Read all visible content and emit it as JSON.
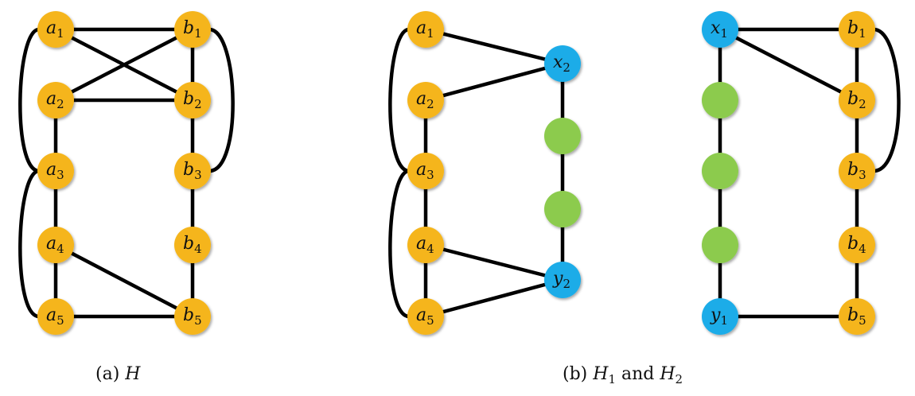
{
  "captions": {
    "a": {
      "prefix": "(a) ",
      "graph": "H"
    },
    "b": {
      "prefix": "(b) ",
      "g1": "H",
      "g1_sub": "1",
      "joiner": " and ",
      "g2": "H",
      "g2_sub": "2"
    }
  },
  "colors": {
    "orange": "#F5B51A",
    "blue": "#1AACE8",
    "green": "#8CCB4E",
    "edge": "#000000"
  },
  "graphs": [
    {
      "id": "H",
      "nodes": [
        {
          "id": "Ha1",
          "letter": "a",
          "sub": "1",
          "color": "orange"
        },
        {
          "id": "Ha2",
          "letter": "a",
          "sub": "2",
          "color": "orange"
        },
        {
          "id": "Ha3",
          "letter": "a",
          "sub": "3",
          "color": "orange"
        },
        {
          "id": "Ha4",
          "letter": "a",
          "sub": "4",
          "color": "orange"
        },
        {
          "id": "Ha5",
          "letter": "a",
          "sub": "5",
          "color": "orange"
        },
        {
          "id": "Hb1",
          "letter": "b",
          "sub": "1",
          "color": "orange"
        },
        {
          "id": "Hb2",
          "letter": "b",
          "sub": "2",
          "color": "orange"
        },
        {
          "id": "Hb3",
          "letter": "b",
          "sub": "3",
          "color": "orange"
        },
        {
          "id": "Hb4",
          "letter": "b",
          "sub": "4",
          "color": "orange"
        },
        {
          "id": "Hb5",
          "letter": "b",
          "sub": "5",
          "color": "orange"
        }
      ],
      "edges": [
        [
          "Ha1",
          "Hb1"
        ],
        [
          "Ha1",
          "Hb2"
        ],
        [
          "Ha2",
          "Hb1"
        ],
        [
          "Ha2",
          "Hb2"
        ],
        [
          "Ha2",
          "Ha3"
        ],
        [
          "Ha3",
          "Ha4"
        ],
        [
          "Ha4",
          "Ha5"
        ],
        [
          "Ha4",
          "Hb5"
        ],
        [
          "Ha5",
          "Hb5"
        ],
        [
          "Hb1",
          "Hb2"
        ],
        [
          "Hb2",
          "Hb3"
        ],
        [
          "Hb3",
          "Hb4"
        ],
        [
          "Hb4",
          "Hb5"
        ],
        [
          "Ha1",
          "Ha3"
        ],
        [
          "Ha3",
          "Ha5"
        ],
        [
          "Hb1",
          "Hb3"
        ]
      ]
    },
    {
      "id": "H2",
      "nodes": [
        {
          "id": "Ka1",
          "letter": "a",
          "sub": "1",
          "color": "orange"
        },
        {
          "id": "Ka2",
          "letter": "a",
          "sub": "2",
          "color": "orange"
        },
        {
          "id": "Ka3",
          "letter": "a",
          "sub": "3",
          "color": "orange"
        },
        {
          "id": "Ka4",
          "letter": "a",
          "sub": "4",
          "color": "orange"
        },
        {
          "id": "Ka5",
          "letter": "a",
          "sub": "5",
          "color": "orange"
        },
        {
          "id": "Kx2",
          "letter": "x",
          "sub": "2",
          "color": "blue"
        },
        {
          "id": "Kg1",
          "letter": "",
          "sub": "",
          "color": "green"
        },
        {
          "id": "Kg2",
          "letter": "",
          "sub": "",
          "color": "green"
        },
        {
          "id": "Ky2",
          "letter": "y",
          "sub": "2",
          "color": "blue"
        }
      ],
      "edges": [
        [
          "Ka1",
          "Kx2"
        ],
        [
          "Ka2",
          "Kx2"
        ],
        [
          "Ka2",
          "Ka3"
        ],
        [
          "Ka3",
          "Ka4"
        ],
        [
          "Ka4",
          "Ka5"
        ],
        [
          "Ka4",
          "Ky2"
        ],
        [
          "Ka5",
          "Ky2"
        ],
        [
          "Kx2",
          "Kg1"
        ],
        [
          "Kg1",
          "Kg2"
        ],
        [
          "Kg2",
          "Ky2"
        ],
        [
          "Ka1",
          "Ka3"
        ],
        [
          "Ka3",
          "Ka5"
        ]
      ]
    },
    {
      "id": "H1",
      "nodes": [
        {
          "id": "Lx1",
          "letter": "x",
          "sub": "1",
          "color": "blue"
        },
        {
          "id": "Lg1",
          "letter": "",
          "sub": "",
          "color": "green"
        },
        {
          "id": "Lg2",
          "letter": "",
          "sub": "",
          "color": "green"
        },
        {
          "id": "Lg3",
          "letter": "",
          "sub": "",
          "color": "green"
        },
        {
          "id": "Ly1",
          "letter": "y",
          "sub": "1",
          "color": "blue"
        },
        {
          "id": "Lb1",
          "letter": "b",
          "sub": "1",
          "color": "orange"
        },
        {
          "id": "Lb2",
          "letter": "b",
          "sub": "2",
          "color": "orange"
        },
        {
          "id": "Lb3",
          "letter": "b",
          "sub": "3",
          "color": "orange"
        },
        {
          "id": "Lb4",
          "letter": "b",
          "sub": "4",
          "color": "orange"
        },
        {
          "id": "Lb5",
          "letter": "b",
          "sub": "5",
          "color": "orange"
        }
      ],
      "edges": [
        [
          "Lx1",
          "Lb1"
        ],
        [
          "Lx1",
          "Lb2"
        ],
        [
          "Lx1",
          "Lg1"
        ],
        [
          "Lg1",
          "Lg2"
        ],
        [
          "Lg2",
          "Lg3"
        ],
        [
          "Lg3",
          "Ly1"
        ],
        [
          "Ly1",
          "Lb5"
        ],
        [
          "Lb1",
          "Lb2"
        ],
        [
          "Lb2",
          "Lb3"
        ],
        [
          "Lb3",
          "Lb4"
        ],
        [
          "Lb4",
          "Lb5"
        ],
        [
          "Lb1",
          "Lb3"
        ]
      ]
    }
  ]
}
